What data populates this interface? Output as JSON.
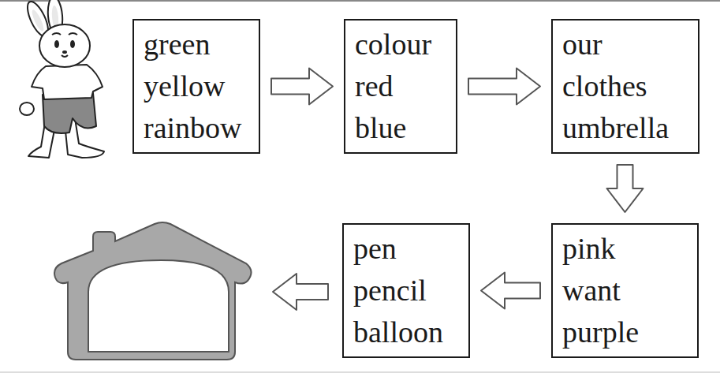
{
  "diagram": {
    "nodes": [
      {
        "text": [
          "green",
          "yellow",
          "rainbow"
        ]
      },
      {
        "text": [
          "colour",
          "red",
          "blue"
        ]
      },
      {
        "text": [
          "our",
          "clothes",
          "umbrella"
        ]
      },
      {
        "text": [
          "pink",
          "want",
          "purple"
        ]
      },
      {
        "text": [
          "pen",
          "pencil",
          "balloon"
        ]
      }
    ],
    "edges": [
      {
        "from": 0,
        "to": 1,
        "arrow": "to"
      },
      {
        "from": 1,
        "to": 2,
        "arrow": "to"
      },
      {
        "from": 2,
        "to": 3,
        "arrow": "to"
      },
      {
        "from": 3,
        "to": 4,
        "arrow": "to"
      }
    ]
  }
}
